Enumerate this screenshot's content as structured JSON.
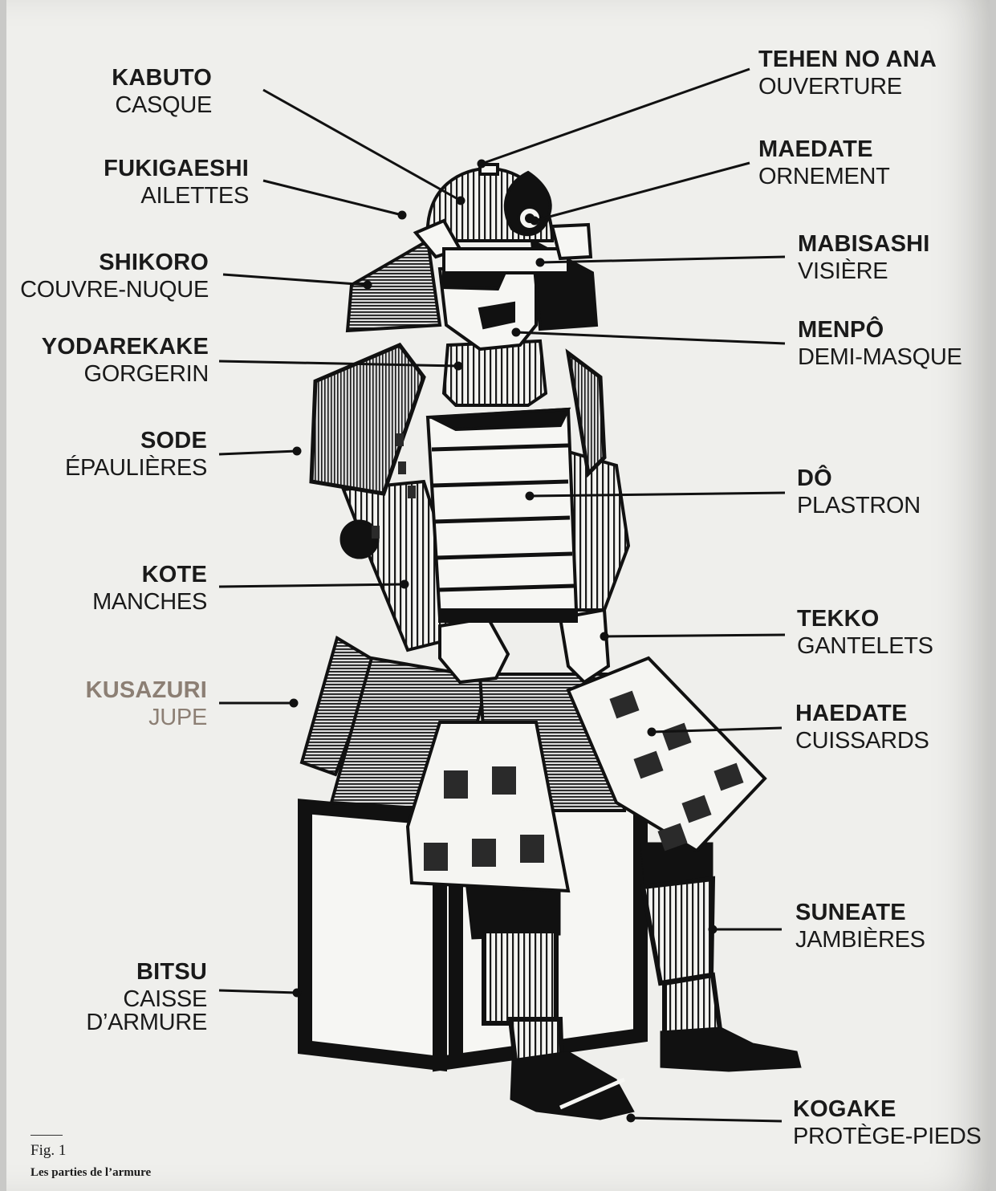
{
  "labels": {
    "kabuto": {
      "jp": "KABUTO",
      "fr": "CASQUE"
    },
    "fukigaeshi": {
      "jp": "FUKIGAESHI",
      "fr": "AILETTES"
    },
    "shikoro": {
      "jp": "SHIKORO",
      "fr": "COUVRE-NUQUE"
    },
    "yodarekake": {
      "jp": "YODAREKAKE",
      "fr": "GORGERIN"
    },
    "sode": {
      "jp": "SODE",
      "fr": "ÉPAULIÈRES"
    },
    "kote": {
      "jp": "KOTE",
      "fr": "MANCHES"
    },
    "kusazuri": {
      "jp": "KUSAZURI",
      "fr": "JUPE"
    },
    "bitsu": {
      "jp": "BITSU",
      "fr": "CAISSE D’ARMURE"
    },
    "tehen_no_ana": {
      "jp": "TEHEN NO ANA",
      "fr": "OUVERTURE"
    },
    "maedate": {
      "jp": "MAEDATE",
      "fr": "ORNEMENT"
    },
    "mabisashi": {
      "jp": "MABISASHI",
      "fr": "VISIÈRE"
    },
    "menpo": {
      "jp": "MENPÔ",
      "fr": "DEMI-MASQUE"
    },
    "do": {
      "jp": "DÔ",
      "fr": "PLASTRON"
    },
    "tekko": {
      "jp": "TEKKO",
      "fr": "GANTELETS"
    },
    "haedate": {
      "jp": "HAEDATE",
      "fr": "CUISSARDS"
    },
    "suneate": {
      "jp": "SUNEATE",
      "fr": "JAMBIÈRES"
    },
    "kogake": {
      "jp": "KOGAKE",
      "fr": "PROTÈGE-PIEDS"
    }
  },
  "caption": {
    "fig": "Fig. 1",
    "title": "Les parties de l’armure"
  },
  "colors": {
    "ink": "#1a1a1a",
    "paper": "#efefec",
    "muted_label": "#8c7f74"
  }
}
